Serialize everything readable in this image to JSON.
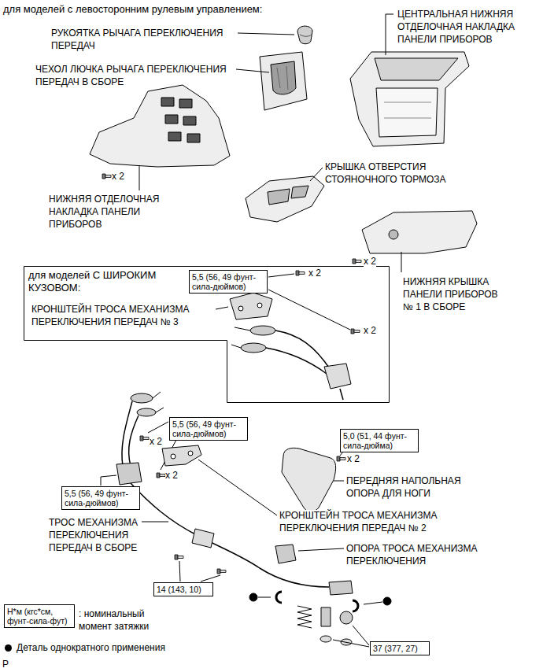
{
  "diagram": {
    "title": "для моделей с левосторонним рулевым управлением:",
    "nodes": [
      {
        "text": [
          "для моделей С ШИРОКИМ КУЗОВОМ:"
        ]
      },
      {
        "text": [
          "5,5 (56, 49 фунт-сила-дюймов)"
        ],
        "in": 0
      },
      {
        "text": [
          "5,5 (56, 49 фунт-сила-дюймов)"
        ]
      },
      {
        "text": [
          "5,0 (51, 44 фунт-сила-дюйма)"
        ]
      },
      {
        "text": [
          "5,5 (56, 49 фунт-сила-дюймов)"
        ]
      },
      {
        "text": [
          "14 (143, 10)"
        ]
      },
      {
        "text": [
          "Н*м (кгс*см, фунт-сила-фут)"
        ]
      },
      {
        "text": [
          "37 (377, 27)"
        ]
      }
    ],
    "labels": [
      "РУКОЯТКА РЫЧАГА ПЕРЕКЛЮЧЕНИЯ ПЕРЕДАЧ",
      "ЦЕНТРАЛЬНАЯ НИЖНЯЯ ОТДЕЛОЧНАЯ НАКЛАДКА ПАНЕЛИ ПРИБОРОВ",
      "ЧЕХОЛ ЛЮЧКА РЫЧАГА ПЕРЕКЛЮЧЕНИЯ ПЕРЕДАЧ В СБОРЕ",
      "x 2",
      "НИЖНЯЯ ОТДЕЛОЧНАЯ НАКЛАДКА ПАНЕЛИ ПРИБОРОВ",
      "КРЫШКА ОТВЕРСТИЯ СТОЯНОЧНОГО ТОРМОЗА",
      "x 2",
      "НИЖНЯЯ КРЫШКА ПАНЕЛИ ПРИБОРОВ № 1 В СБОРЕ",
      "x 2",
      "КРОНШТЕЙН ТРОСА МЕХАНИЗМА ПЕРЕКЛЮЧЕНИЯ ПЕРЕДАЧ № 3",
      "x 2",
      "x 2",
      "x 2",
      "ТРОС МЕХАНИЗМА ПЕРЕКЛЮЧЕНИЯ ПЕРЕДАЧ В СБОРЕ",
      "x 2",
      "ПЕРЕДНЯЯ НАПОЛЬНАЯ ОПОРА ДЛЯ НОГИ",
      "КРОНШТЕЙН ТРОСА МЕХАНИЗМА ПЕРЕКЛЮЧЕНИЯ ПЕРЕДАЧ № 2",
      "ОПОРА ТРОСА МЕХАНИЗМА ПЕРЕКЛЮЧЕНИЯ",
      "P"
    ],
    "legend": [
      {
        "text": ": номинальный момент затяжки"
      },
      {
        "text": "Деталь однократного применения"
      }
    ]
  }
}
